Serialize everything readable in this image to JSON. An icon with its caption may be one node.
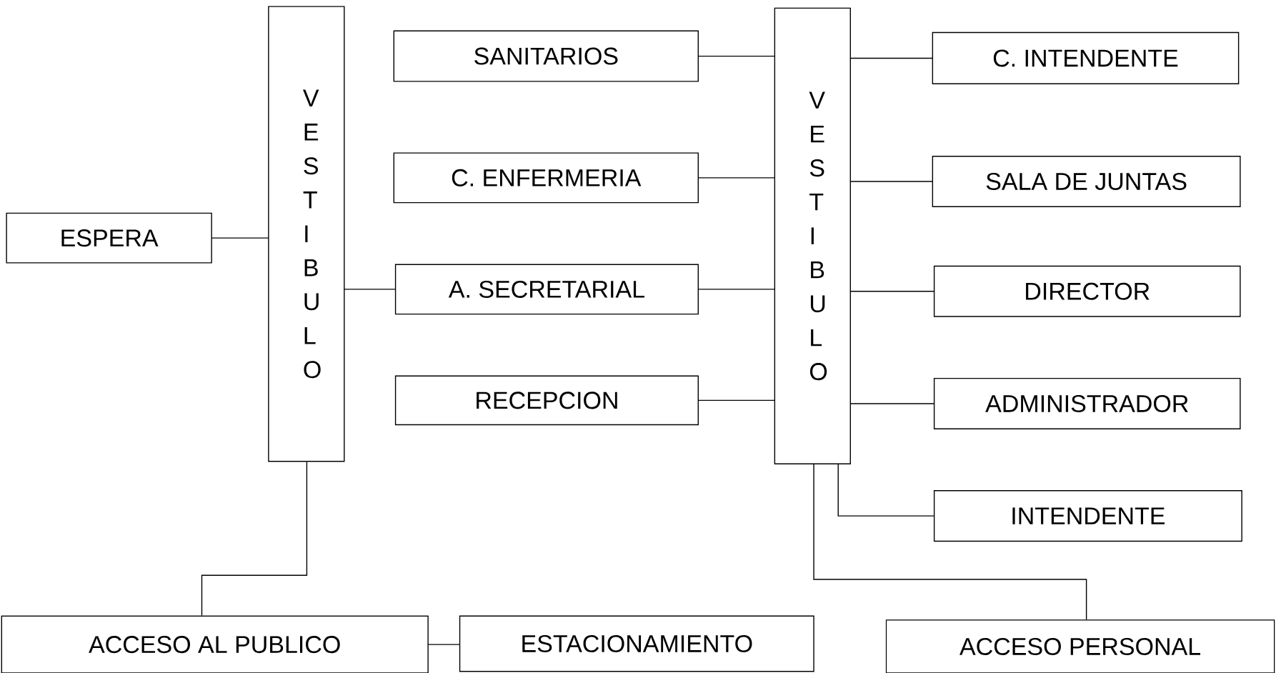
{
  "diagram": {
    "nodes": [
      {
        "text": [
          "ESPERA"
        ]
      },
      {
        "text": [
          "VESTIBULO"
        ]
      },
      {
        "text": [
          "SANITARIOS"
        ]
      },
      {
        "text": [
          "C. ENFERMERIA"
        ]
      },
      {
        "text": [
          "A. SECRETARIAL"
        ]
      },
      {
        "text": [
          "RECEPCION"
        ]
      },
      {
        "text": [
          "VESTIBULO"
        ]
      },
      {
        "text": [
          "C. INTENDENTE"
        ]
      },
      {
        "text": [
          "SALA DE JUNTAS"
        ]
      },
      {
        "text": [
          "DIRECTOR"
        ]
      },
      {
        "text": [
          "ADMINISTRADOR"
        ]
      },
      {
        "text": [
          "INTENDENTE"
        ]
      },
      {
        "text": [
          "ACCESO AL PUBLICO"
        ]
      },
      {
        "text": [
          "ESTACIONAMIENTO"
        ]
      },
      {
        "text": [
          "ACCESO PERSONAL"
        ]
      }
    ],
    "edges": [
      {
        "from": 0,
        "to": 1,
        "arrow": "none"
      },
      {
        "from": 1,
        "to": 4,
        "arrow": "none"
      },
      {
        "from": 2,
        "to": 6,
        "arrow": "none"
      },
      {
        "from": 3,
        "to": 6,
        "arrow": "none"
      },
      {
        "from": 4,
        "to": 6,
        "arrow": "none"
      },
      {
        "from": 5,
        "to": 6,
        "arrow": "none"
      },
      {
        "from": 6,
        "to": 7,
        "arrow": "none"
      },
      {
        "from": 6,
        "to": 8,
        "arrow": "none"
      },
      {
        "from": 6,
        "to": 9,
        "arrow": "none"
      },
      {
        "from": 6,
        "to": 10,
        "arrow": "none"
      },
      {
        "from": 6,
        "to": 11,
        "arrow": "none"
      },
      {
        "from": 6,
        "to": 14,
        "arrow": "none"
      },
      {
        "from": 1,
        "to": 12,
        "arrow": "none"
      },
      {
        "from": 12,
        "to": 13,
        "arrow": "none"
      }
    ]
  }
}
